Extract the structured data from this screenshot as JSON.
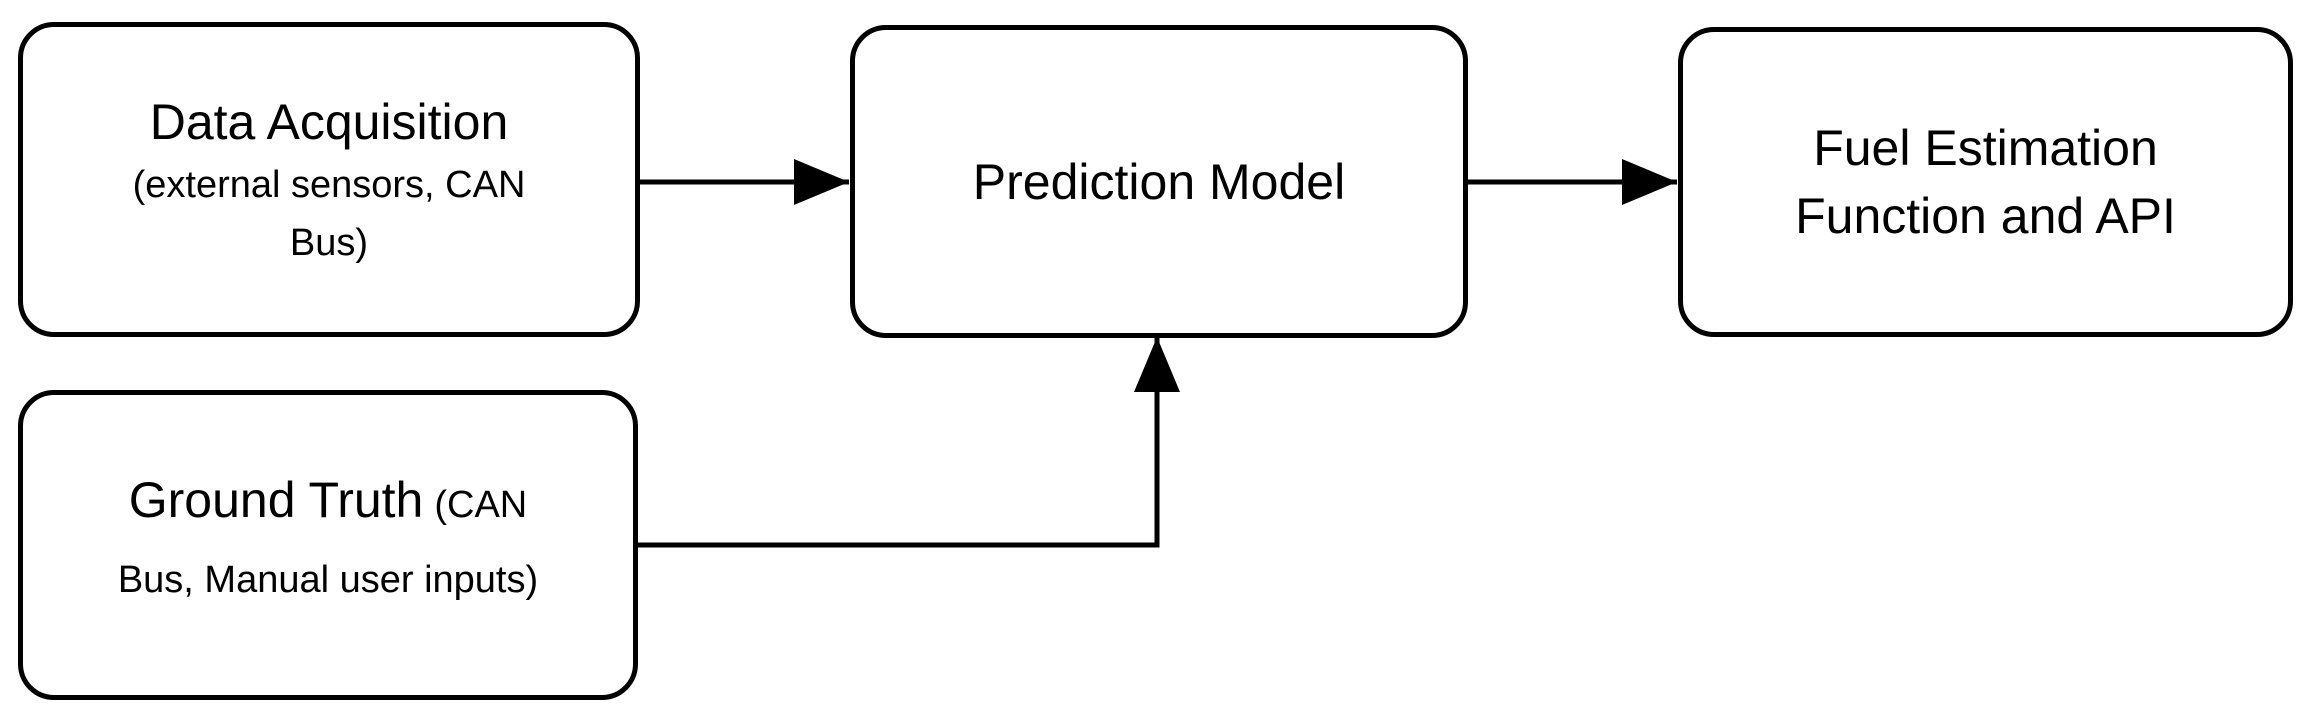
{
  "diagram": {
    "colors": {
      "background": "#ffffff",
      "node_fill": "#ffffff",
      "node_stroke": "#000000",
      "text": "#000000"
    },
    "nodes": {
      "data_acquisition": {
        "title": "Data Acquisition",
        "subtitle_line1": "(external sensors, CAN",
        "subtitle_line2": "Bus)"
      },
      "prediction_model": {
        "title": "Prediction Model"
      },
      "fuel_estimation": {
        "title_line1": "Fuel Estimation",
        "title_line2": "Function and API"
      },
      "ground_truth": {
        "title": "Ground Truth",
        "detail_line1": "(CAN",
        "detail_line2": "Bus, Manual user inputs)"
      }
    },
    "edges": [
      {
        "from": "data_acquisition",
        "to": "prediction_model",
        "style": "arrow-right"
      },
      {
        "from": "prediction_model",
        "to": "fuel_estimation",
        "style": "arrow-right"
      },
      {
        "from": "ground_truth",
        "to": "prediction_model",
        "style": "elbow-arrow-up"
      }
    ]
  }
}
